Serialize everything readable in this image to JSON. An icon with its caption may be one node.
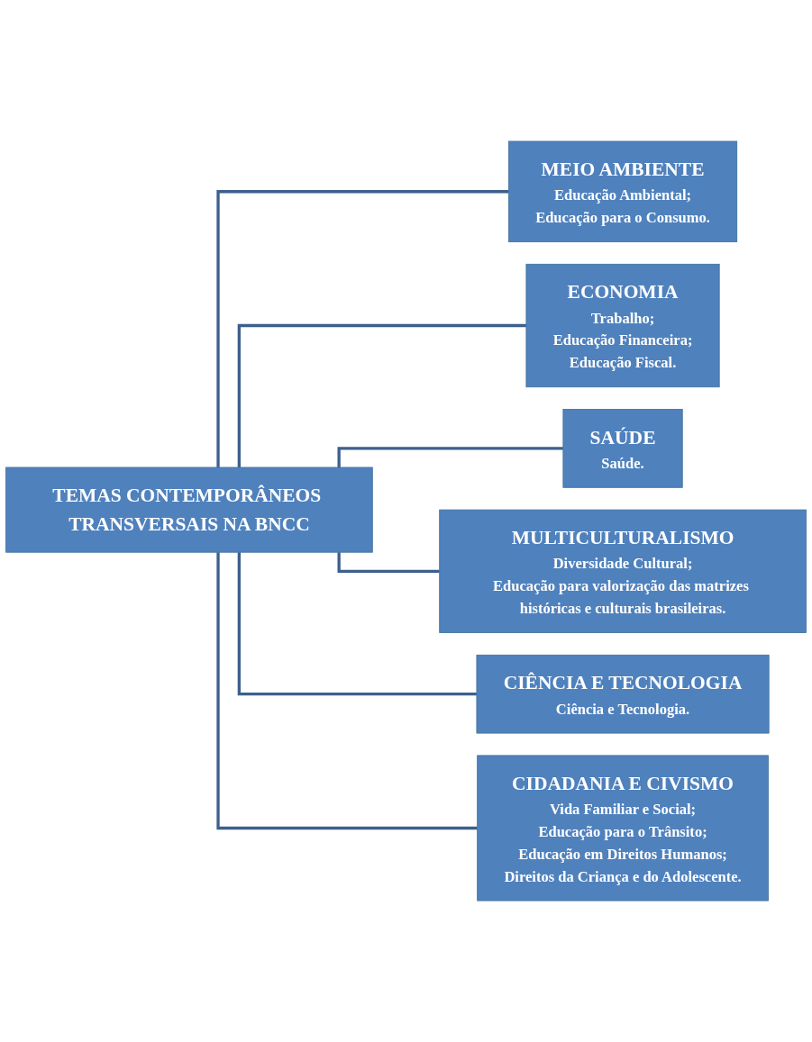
{
  "diagram": {
    "nodes": [
      {
        "text": [
          "TEMAS CONTEMPORÂNEOS TRANSVERSAIS NA BNCC"
        ]
      },
      {
        "text": [
          "MEIO AMBIENTE",
          "Educação Ambiental;",
          "Educação para o Consumo."
        ]
      },
      {
        "text": [
          "ECONOMIA",
          "Trabalho;",
          "Educação Financeira;",
          "Educação Fiscal."
        ]
      },
      {
        "text": [
          "SAÚDE",
          "Saúde."
        ]
      },
      {
        "text": [
          "MULTICULTURALISMO",
          "Diversidade Cultural;",
          "Educação para valorização das matrizes históricas e culturais brasileiras."
        ]
      },
      {
        "text": [
          "CIÊNCIA E TECNOLOGIA",
          "Ciência e Tecnologia."
        ]
      },
      {
        "text": [
          "CIDADANIA E CIVISMO",
          "Vida Familiar e Social;",
          "Educação para o Trânsito;",
          "Educação em Direitos Humanos;",
          "Direitos da Criança e do Adolescente."
        ]
      }
    ],
    "edges": [
      {
        "from": 0,
        "to": 1,
        "arrow": "none"
      },
      {
        "from": 0,
        "to": 2,
        "arrow": "none"
      },
      {
        "from": 0,
        "to": 3,
        "arrow": "none"
      },
      {
        "from": 0,
        "to": 4,
        "arrow": "none"
      },
      {
        "from": 0,
        "to": 5,
        "arrow": "none"
      },
      {
        "from": 0,
        "to": 6,
        "arrow": "none"
      }
    ]
  }
}
